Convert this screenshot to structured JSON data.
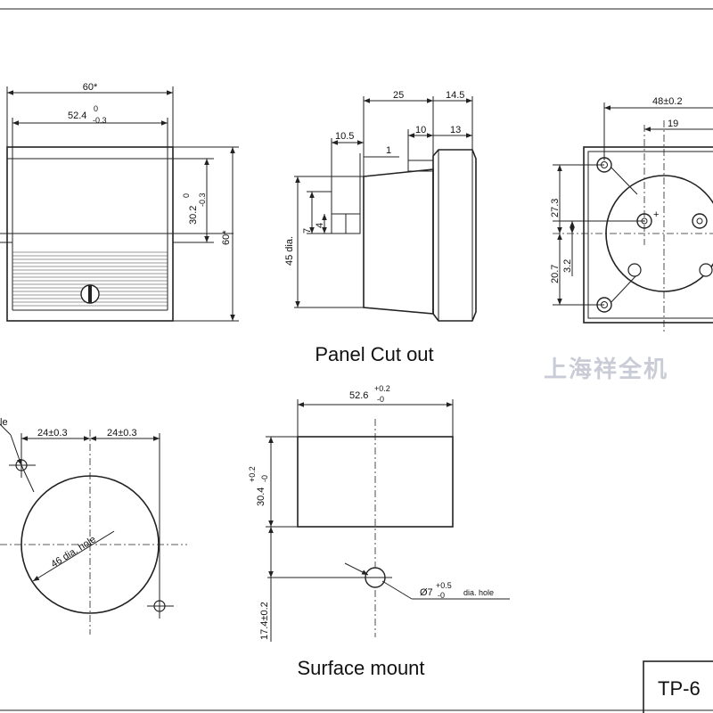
{
  "front_view": {
    "width_outer": "60*",
    "width_inner": "52.4",
    "width_inner_tol_top": "0",
    "width_inner_tol_bot": "-0.3",
    "height_inner": "30.2",
    "height_inner_tol_top": "0",
    "height_inner_tol_bot": "-0.3",
    "height_outer": "60*"
  },
  "side_view": {
    "depth_25": "25",
    "depth_14_5": "14.5",
    "d_10_5": "10.5",
    "d_1": "1",
    "d_10": "10",
    "d_13": "13",
    "dia_45": "45 dia.",
    "d_7": "7",
    "d_4": "4"
  },
  "rear_view": {
    "w_48": "48±0.2",
    "w_19": "19",
    "h_27_3": "27.3",
    "h_20_7": "20.7",
    "h_3_2": "3.2",
    "plus_sign": "+"
  },
  "labels": {
    "panel_cutout": "Panel Cut out",
    "surface_mount": "Surface mount",
    "model": "TP-6",
    "watermark": "上海祥全机"
  },
  "panel_cutout": {
    "hole_label_fragment": "le",
    "d_24_left": "24±0.3",
    "d_24_right": "24±0.3",
    "dia_46": "46 dia. hole"
  },
  "surface_mount_dims": {
    "w_52_6": "52.6",
    "w_tol_top": "+0.2",
    "w_tol_bot": "-0",
    "h_30_4": "30.4",
    "h_tol_top": "+0.2",
    "h_tol_bot": "-0",
    "h_17_4": "17.4±0.2",
    "hole_dia": "Ø7",
    "hole_tol_top": "+0.5",
    "hole_tol_bot": "-0",
    "hole_suffix": "dia. hole"
  }
}
